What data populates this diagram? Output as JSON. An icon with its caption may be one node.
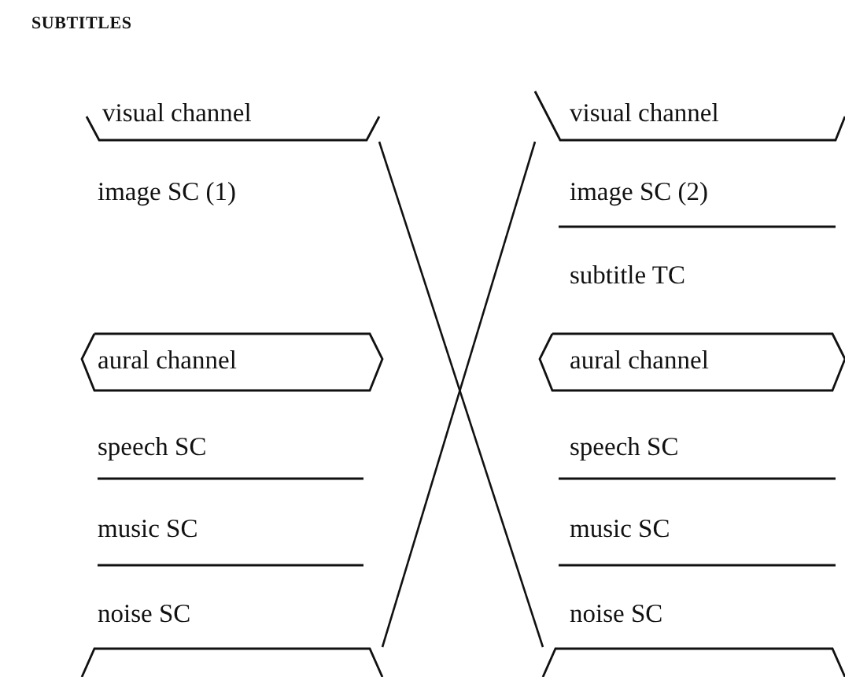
{
  "diagram": {
    "title": "SUBTITLES",
    "nodes": [
      {
        "text": [
          "visual channel"
        ]
      },
      {
        "text": [
          "image SC (1)"
        ]
      },
      {
        "text": [
          "aural channel"
        ]
      },
      {
        "text": [
          "speech SC"
        ]
      },
      {
        "text": [
          "music SC"
        ]
      },
      {
        "text": [
          "noise SC"
        ]
      },
      {
        "text": [],
        "shape": "hexagon"
      },
      {
        "text": [
          "visual channel"
        ]
      },
      {
        "text": [
          "image SC (2)"
        ]
      },
      {
        "text": [
          "subtitle TC"
        ]
      },
      {
        "text": [
          "aural channel"
        ]
      },
      {
        "text": [
          "speech SC"
        ]
      },
      {
        "text": [
          "music SC"
        ]
      },
      {
        "text": [
          "noise SC"
        ]
      },
      {
        "text": [],
        "shape": "hexagon"
      }
    ],
    "edges": [
      {
        "from": 0,
        "to": 14,
        "arrow": "none"
      },
      {
        "from": 6,
        "to": 7,
        "arrow": "none"
      }
    ]
  }
}
